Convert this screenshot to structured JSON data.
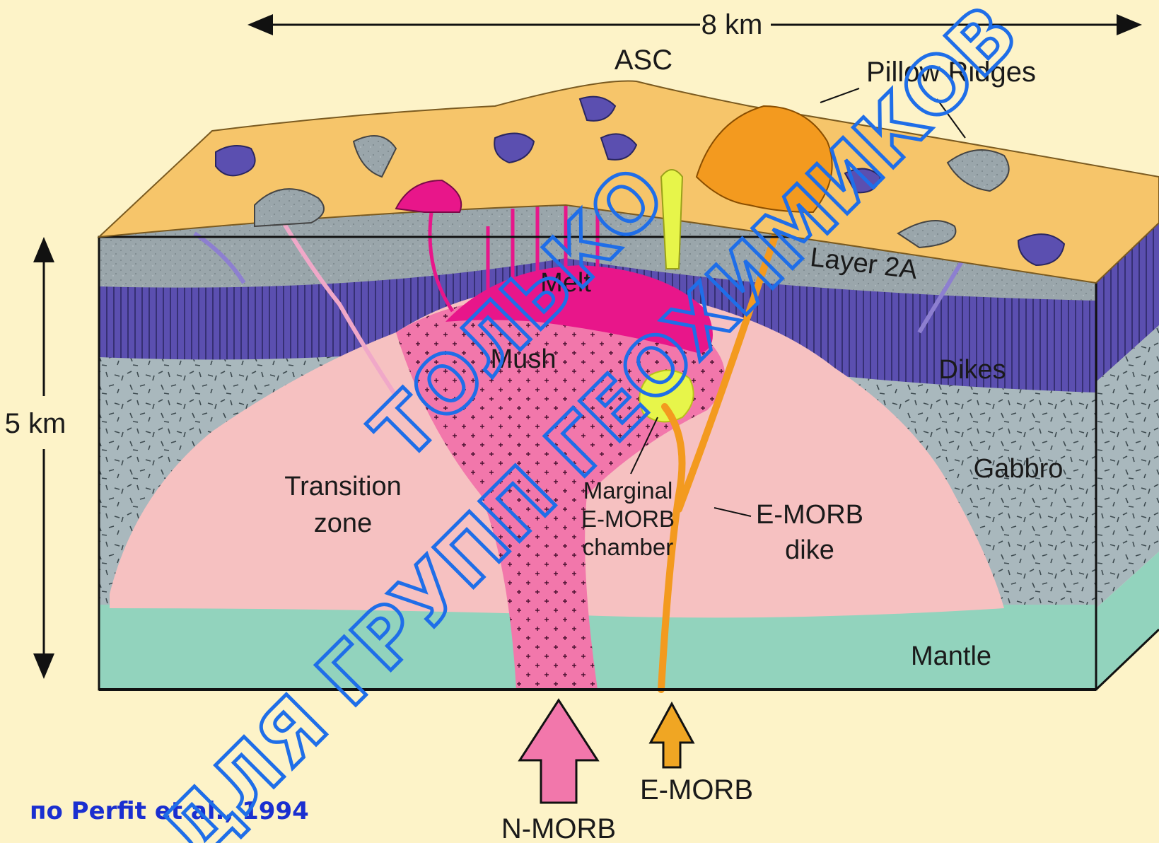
{
  "diagram": {
    "scale_horizontal": "8 km",
    "scale_vertical": "5 km",
    "labels": {
      "asc": "ASC",
      "pillow_ridges": "Pillow Ridges",
      "layer_2a": "Layer 2A",
      "melt": "Melt",
      "mush": "Mush",
      "dikes": "Dikes",
      "gabbro": "Gabbro",
      "transition_zone_1": "Transition",
      "transition_zone_2": "zone",
      "marginal_1": "Marginal",
      "marginal_2": "E-MORB",
      "marginal_3": "chamber",
      "emorb_dike_1": "E-MORB",
      "emorb_dike_2": "dike",
      "mantle": "Mantle",
      "n_morb": "N-MORB",
      "e_morb": "E-MORB"
    },
    "watermark": {
      "line1": "ТОЛЬКО",
      "line2": "ДЛЯ ГРУПП ГЕОХИМИКОВ"
    },
    "credit": "по Perfit et al., 1994",
    "colors": {
      "background": "#fdf3c8",
      "lava_flows": "#f6c56a",
      "pillow_gray": "#9aa6ab",
      "purple": "#5b4fb0",
      "gabbro": "#a9b8bd",
      "transition_pink": "#f6c1c1",
      "mush_pink": "#f277ab",
      "melt_magenta": "#e8168a",
      "emorb_orange": "#f39a1f",
      "marginal_yellow": "#e7f54a",
      "mantle_teal": "#92d3bd",
      "watermark_blue": "#1f6ee8"
    }
  }
}
